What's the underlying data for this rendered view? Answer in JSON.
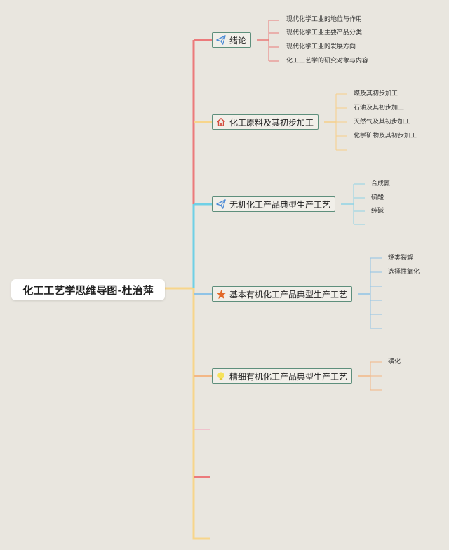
{
  "root": {
    "title": "化工工艺学思维导图-杜治萍"
  },
  "branches": [
    {
      "label": "绪论",
      "icon": "paper-plane-icon",
      "color": "#e97a78",
      "items": [
        "现代化学工业的地位与作用",
        "现代化学工业主要产品分类",
        "现代化学工业的发展方向",
        "化工工艺学的研究对象与内容"
      ]
    },
    {
      "label": "化工原料及其初步加工",
      "icon": "home-icon",
      "color": "#f6cf8a",
      "items": [
        "煤及其初步加工",
        "石油及其初步加工",
        "天然气及其初步加工",
        "化学矿物及其初步加工"
      ]
    },
    {
      "label": "无机化工产品典型生产工艺",
      "icon": "paper-plane-icon",
      "color": "#8fd3e6",
      "items": [
        "合成氨",
        "硫酸",
        "纯碱"
      ]
    },
    {
      "label": "基本有机化工产品典型生产工艺",
      "icon": "star-icon",
      "color": "#8fc3e6",
      "items": [
        "烃类裂解",
        "选择性氧化"
      ]
    },
    {
      "label": "精细有机化工产品典型生产工艺",
      "icon": "bulb-icon",
      "color": "#f3b785",
      "items": [
        "磺化"
      ]
    }
  ],
  "colors": {
    "background": "#e9e6df",
    "node_border": "#5e8f7c",
    "icon_blue": "#4c8bd6",
    "icon_red": "#d24b3e",
    "star_orange": "#e2692a",
    "bulb_yellow": "#f6e25a"
  }
}
